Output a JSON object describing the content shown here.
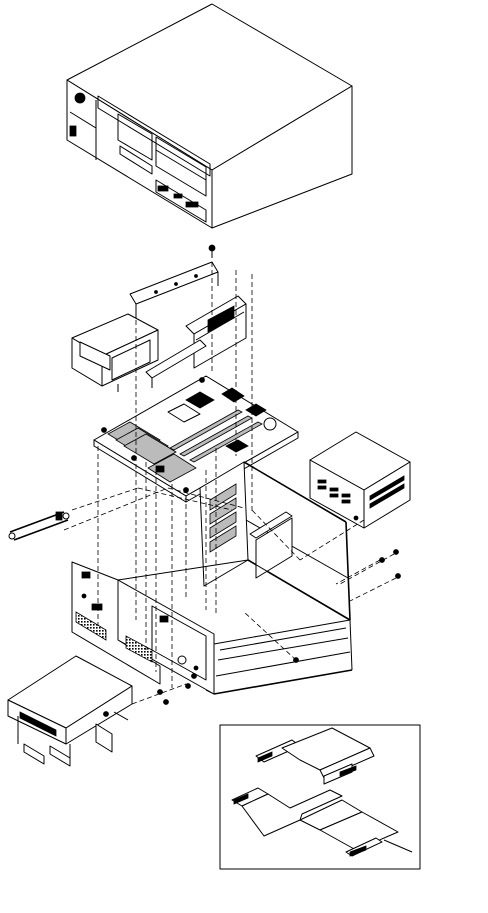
{
  "diagram": {
    "type": "exploded-view",
    "parts": [
      "system-cover",
      "top-bracket",
      "drive-cage",
      "riser-card",
      "system-board",
      "support-rails",
      "power-supply",
      "chassis-frame",
      "front-bezel-panel",
      "diskette-drive-tray",
      "ribbon-cables-inset"
    ]
  }
}
